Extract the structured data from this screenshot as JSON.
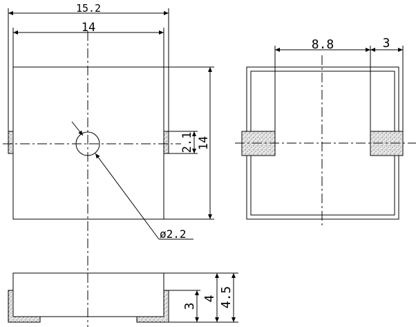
{
  "drawing": {
    "top_width_outer": "15.2",
    "top_width_inner": "14",
    "pad_height": "2.1",
    "body_height": "14",
    "hole_diameter": "ø2.2",
    "side_span": "8.8",
    "side_pad_width": "3",
    "bottom_pad_height": "3",
    "bottom_body_height": "4",
    "bottom_total_height": "4.5"
  },
  "colors": {
    "line": "#000000",
    "dim_red": "#c8102e",
    "pad_fill": "#e9e9e9"
  }
}
